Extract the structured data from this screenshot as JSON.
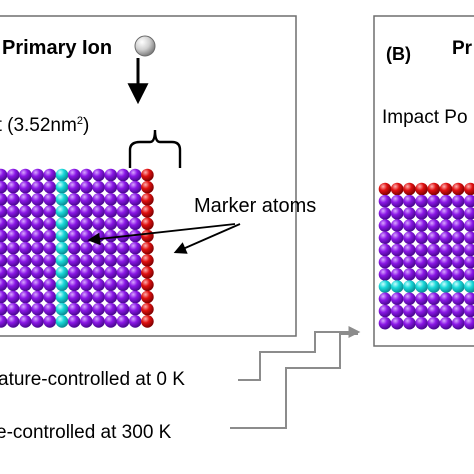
{
  "panel_a": {
    "primary_ion_label": "Primary Ion",
    "area_label_prefix": "nt (3.52nm",
    "area_label_sup": "2",
    "area_label_suffix": ")",
    "marker_label": "Marker atoms"
  },
  "panel_b": {
    "letter": "(B)",
    "title_fragment": "Pr",
    "impact_label": "Impact Po"
  },
  "bottom_labels": {
    "temp_0k": "ature-controlled  at 0 K",
    "temp_300k": "e-controlled  at 300 K"
  },
  "colors": {
    "bulk_atom": "#8a16e6",
    "marker_atom": "#18d8d8",
    "surface_atom": "#e01010",
    "box_border": "#6e6e6e",
    "connector": "#8c8c8c",
    "ion": "#d8d8d8"
  },
  "icons": {
    "primary_ion": "sphere-icon",
    "impact_arrow": "down-arrow-icon"
  }
}
